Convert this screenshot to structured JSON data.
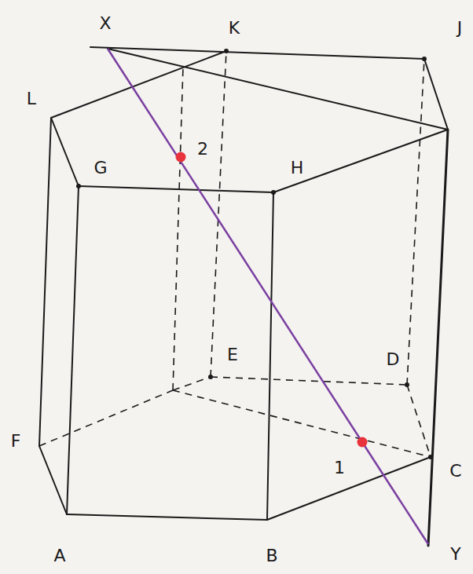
{
  "diagram": {
    "labels": [
      "X",
      "K",
      "J",
      "L",
      "G",
      "H",
      "E",
      "D",
      "F",
      "A",
      "B",
      "C",
      "Y",
      "1",
      "2"
    ]
  }
}
